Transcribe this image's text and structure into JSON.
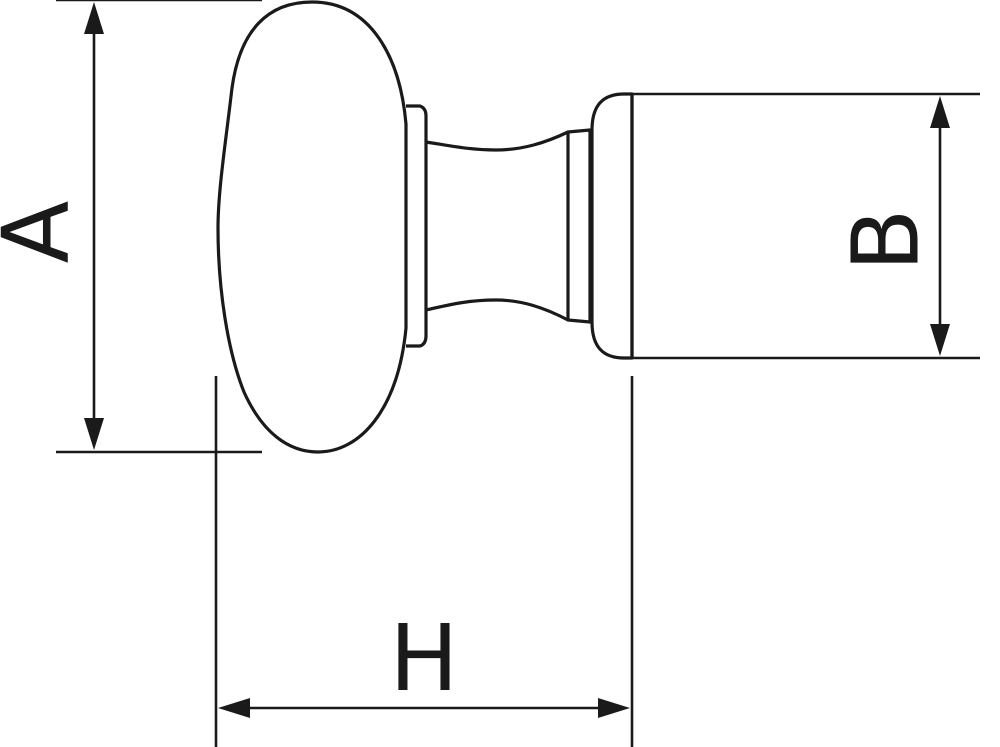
{
  "dimensions": {
    "a": {
      "label": "A"
    },
    "b": {
      "label": "B"
    },
    "h": {
      "label": "H"
    }
  },
  "colors": {
    "line": "#1a1a1a",
    "background": "#ffffff"
  }
}
